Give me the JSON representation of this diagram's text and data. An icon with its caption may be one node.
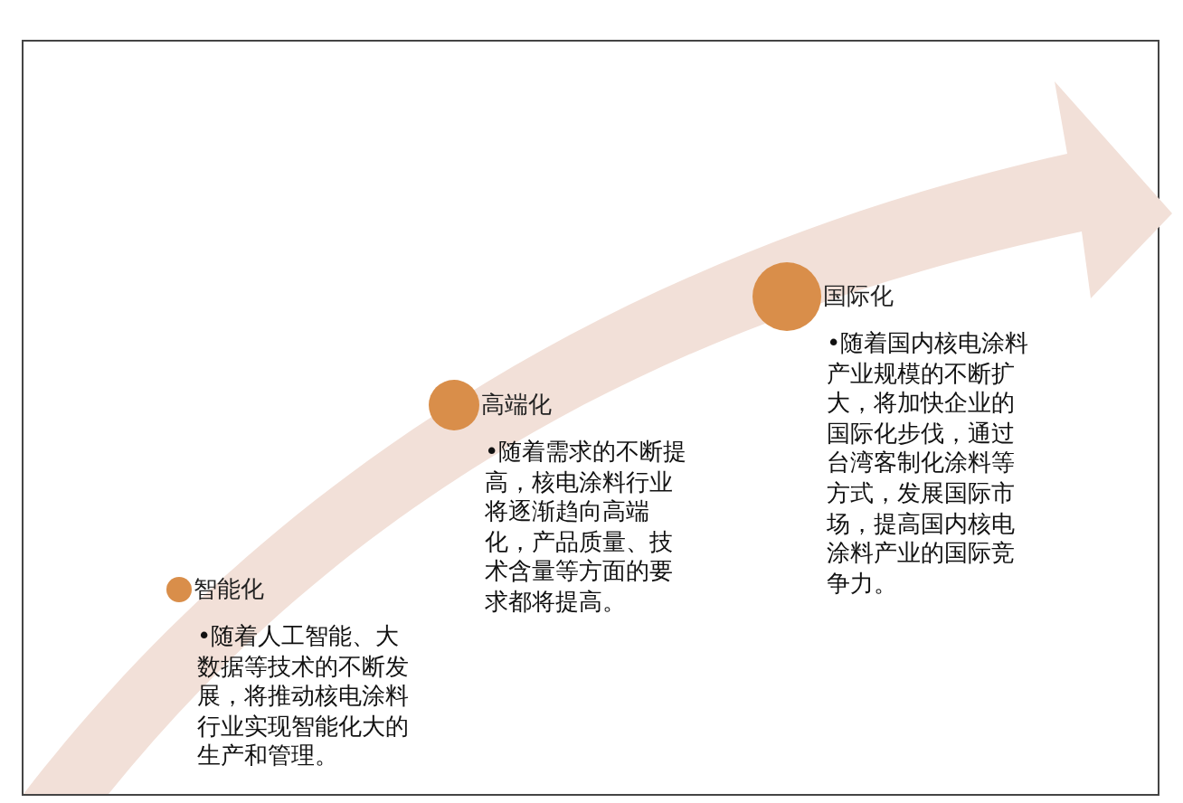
{
  "diagram": {
    "nodes": [
      {
        "text": [
          "智能化",
          "•随着人工智能、大数据等技术的不断发展，将推动核电涂料行业实现智能化大的生产和管理。"
        ]
      },
      {
        "text": [
          "高端化",
          "•随着需求的不断提高，核电涂料行业将逐渐趋向高端化，产品质量、技术含量等方面的要求都将提高。"
        ]
      },
      {
        "text": [
          "国际化",
          "•随着国内核电涂料产业规模的不断扩大，将加快企业的国际化步伐，通过台湾客制化涂料等方式，发展国际市场，提高国内核电涂料产业的国际竞争力。"
        ]
      }
    ]
  }
}
